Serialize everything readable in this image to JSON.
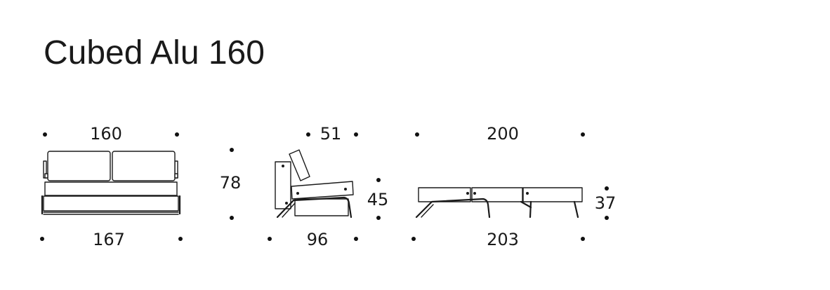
{
  "title": "Cubed Alu 160",
  "front_view": {
    "width_top": "160",
    "width_bottom": "167",
    "height": "78"
  },
  "side_view": {
    "depth_top": "51",
    "depth_bottom": "96",
    "seat_height": "45"
  },
  "bed_view": {
    "length_top": "200",
    "length_bottom": "203",
    "bed_height": "37"
  }
}
